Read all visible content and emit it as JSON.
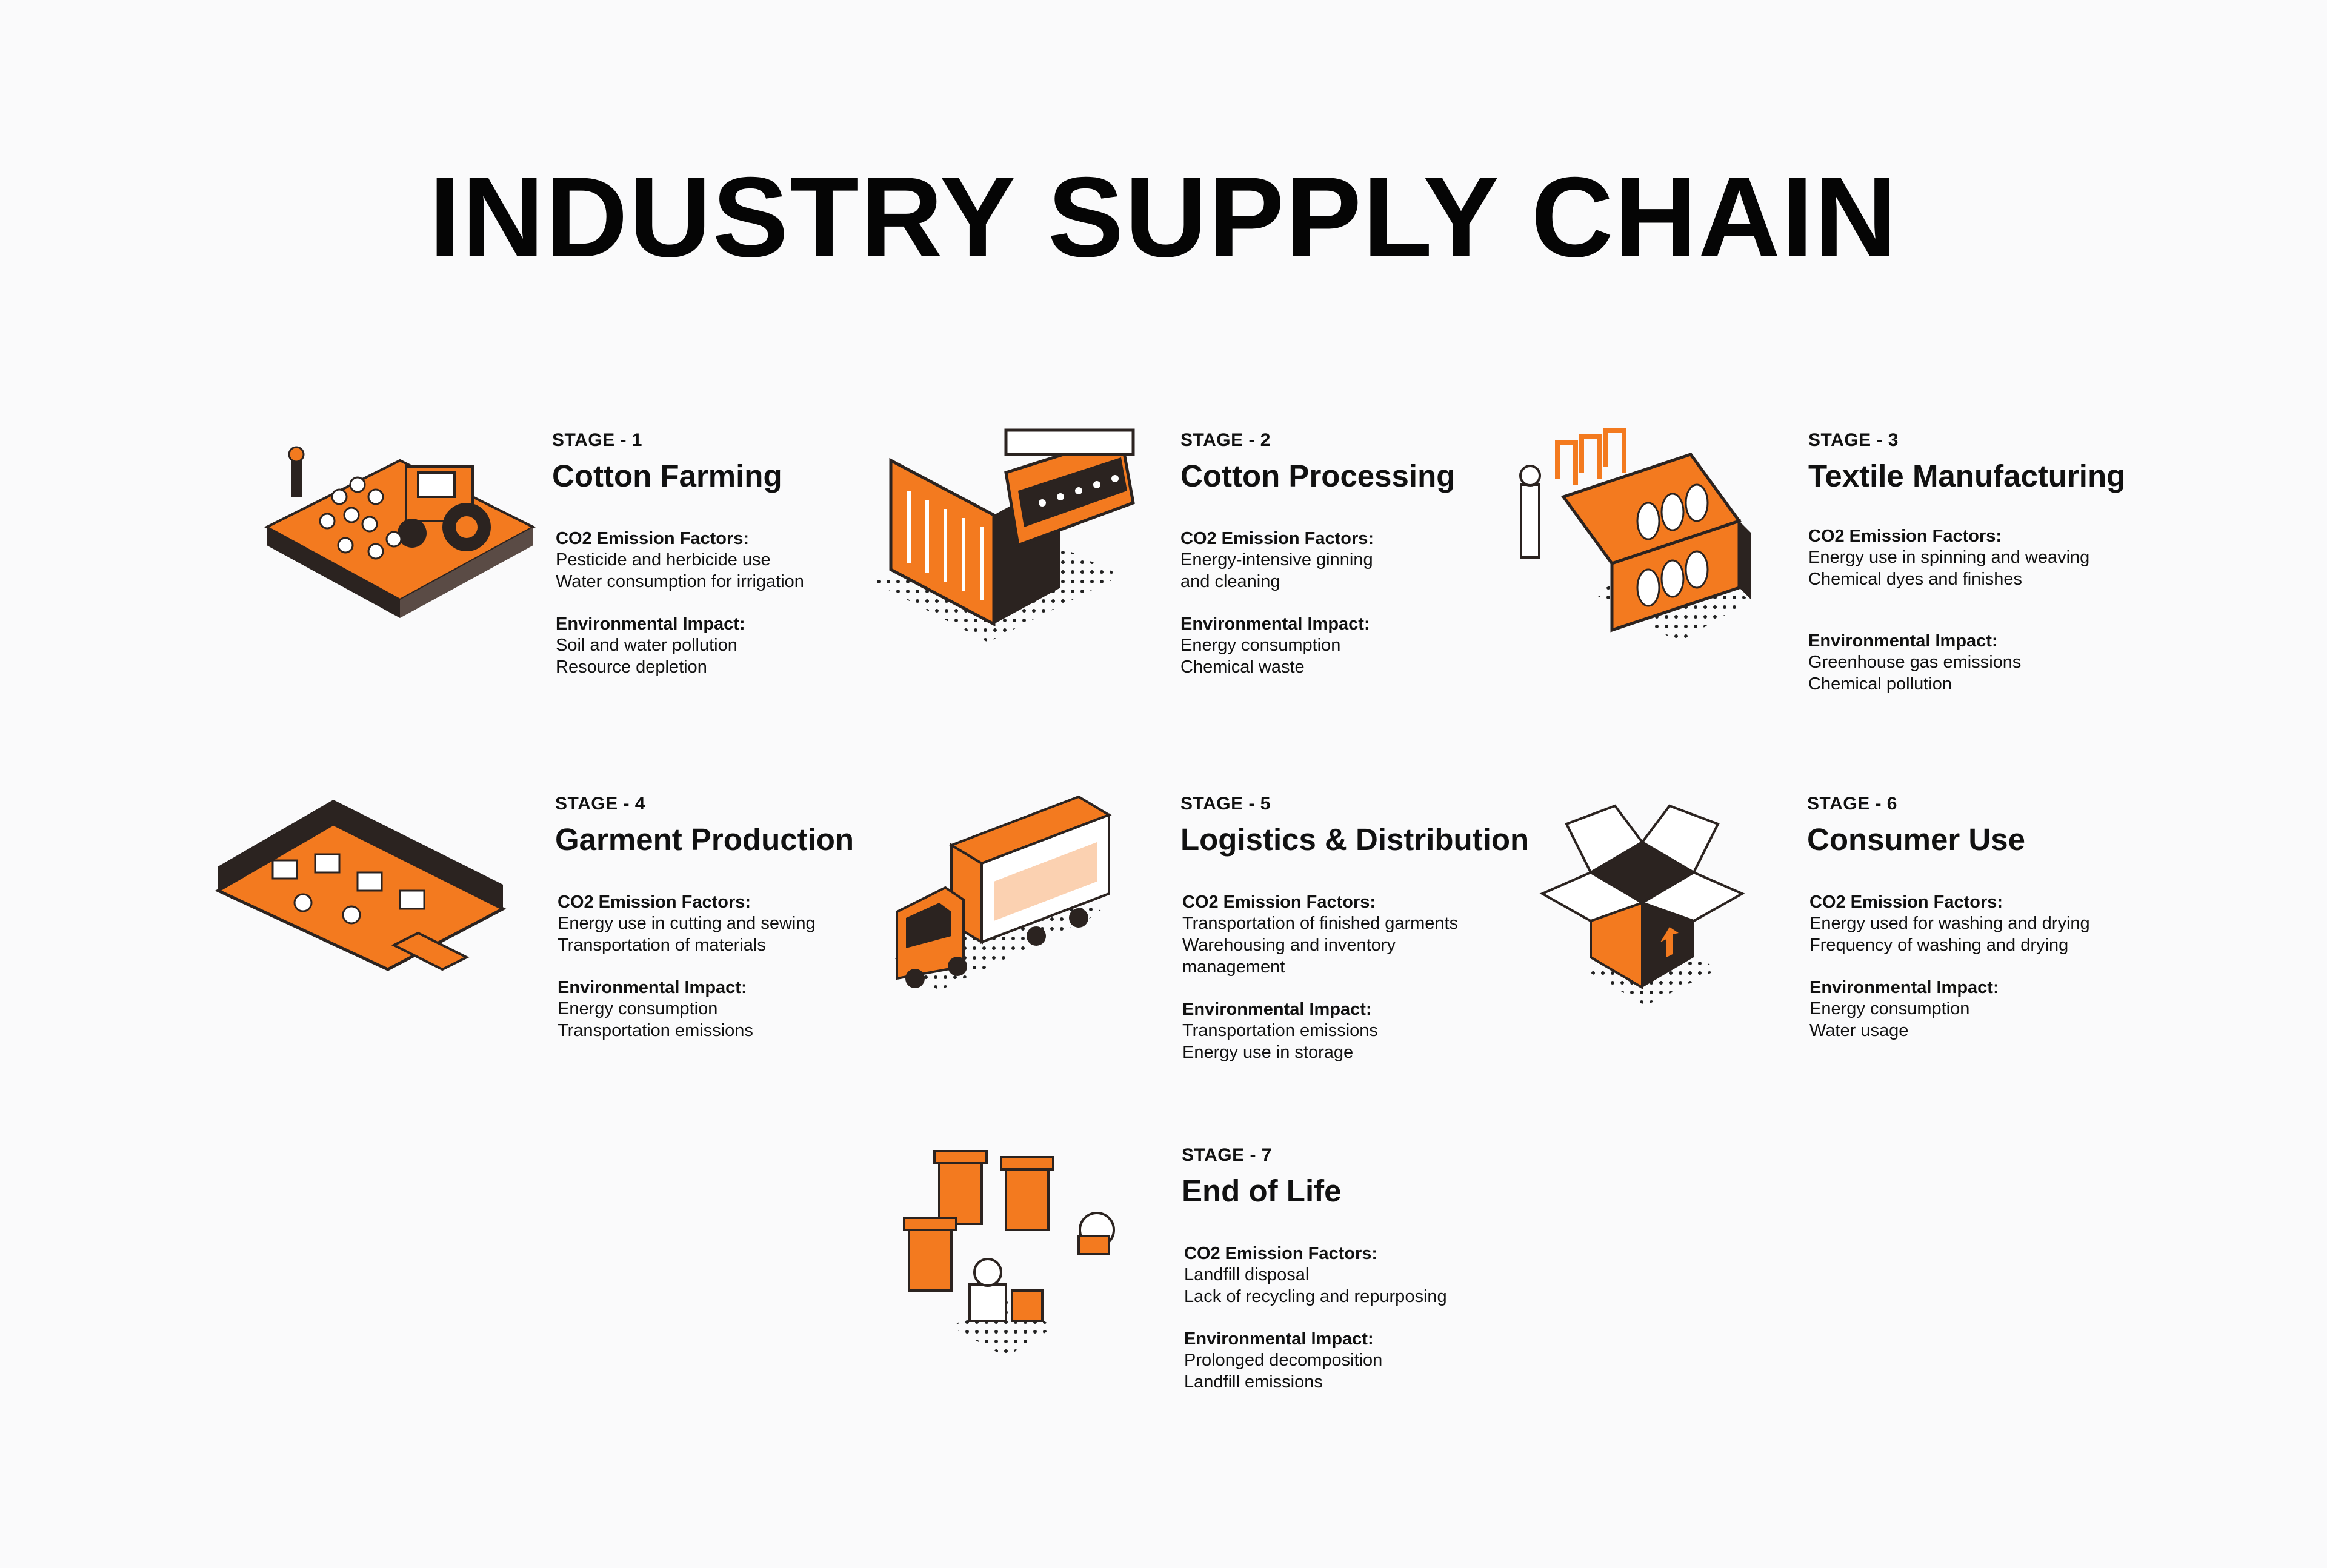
{
  "title": "INDUSTRY SUPPLY CHAIN",
  "colors": {
    "accent": "#f37a1f",
    "dark": "#2b2320",
    "background": "#fafafb"
  },
  "stages": [
    {
      "label": "STAGE - 1",
      "name": "Cotton Farming",
      "icon": "farm-icon",
      "co2_heading": "CO2 Emission Factors:",
      "co2_lines": [
        "Pesticide and herbicide use",
        "Water consumption for irrigation"
      ],
      "impact_heading": "Environmental Impact:",
      "impact_lines": [
        "Soil and water pollution",
        "Resource depletion"
      ]
    },
    {
      "label": "STAGE - 2",
      "name": "Cotton Processing",
      "icon": "ginning-machine-icon",
      "co2_heading": "CO2 Emission Factors:",
      "co2_lines": [
        "Energy-intensive ginning",
        "and cleaning"
      ],
      "impact_heading": "Environmental Impact:",
      "impact_lines": [
        "Energy consumption",
        "Chemical waste"
      ]
    },
    {
      "label": "STAGE - 3",
      "name": "Textile Manufacturing",
      "icon": "textile-machine-icon",
      "co2_heading": "CO2 Emission Factors:",
      "co2_lines": [
        "Energy use in spinning and weaving",
        "Chemical dyes and finishes"
      ],
      "impact_heading": "Environmental Impact:",
      "impact_lines": [
        "Greenhouse gas emissions",
        "Chemical pollution"
      ]
    },
    {
      "label": "STAGE - 4",
      "name": "Garment Production",
      "icon": "factory-floor-icon",
      "co2_heading": "CO2 Emission Factors:",
      "co2_lines": [
        "Energy use in cutting and sewing",
        "Transportation of materials"
      ],
      "impact_heading": "Environmental Impact:",
      "impact_lines": [
        "Energy consumption",
        "Transportation emissions"
      ]
    },
    {
      "label": "STAGE - 5",
      "name": "Logistics & Distribution",
      "icon": "truck-icon",
      "co2_heading": "CO2 Emission Factors:",
      "co2_lines": [
        "Transportation of finished garments",
        "Warehousing and inventory",
        "management"
      ],
      "impact_heading": "Environmental Impact:",
      "impact_lines": [
        "Transportation emissions",
        "Energy use in storage"
      ]
    },
    {
      "label": "STAGE - 6",
      "name": "Consumer Use",
      "icon": "open-box-icon",
      "co2_heading": "CO2 Emission Factors:",
      "co2_lines": [
        "Energy used for washing and drying",
        "Frequency of washing and drying"
      ],
      "impact_heading": "Environmental Impact:",
      "impact_lines": [
        "Energy consumption",
        "Water usage"
      ]
    },
    {
      "label": "STAGE - 7",
      "name": "End of Life",
      "icon": "waste-bins-icon",
      "co2_heading": "CO2 Emission Factors:",
      "co2_lines": [
        "Landfill disposal",
        "Lack of recycling and repurposing"
      ],
      "impact_heading": "Environmental Impact:",
      "impact_lines": [
        "Prolonged decomposition",
        "Landfill emissions"
      ]
    }
  ]
}
